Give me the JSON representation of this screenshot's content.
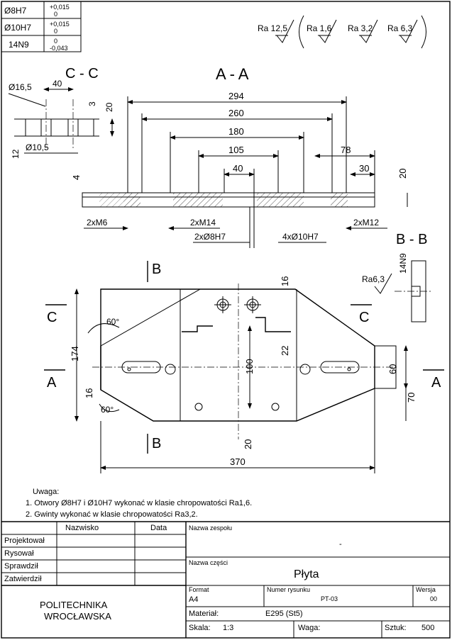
{
  "tolerances": [
    {
      "fit": "Ø8H7",
      "upper": "+0,015",
      "lower": "0"
    },
    {
      "fit": "Ø10H7",
      "upper": "+0,015",
      "lower": "0"
    },
    {
      "fit": "14N9",
      "upper": "0",
      "lower": "-0,043"
    }
  ],
  "roughness": [
    "Ra 12,5",
    "Ra 1,6",
    "Ra 3,2",
    "Ra 6,3"
  ],
  "sections": {
    "cc": "C - C",
    "aa": "A - A",
    "bb": "B - B",
    "a": "A",
    "b": "B",
    "c": "C"
  },
  "dims_cc": {
    "d1": "Ø16,5",
    "d2": "40",
    "d3": "3",
    "d4": "20",
    "d5": "12",
    "d6": "Ø10,5"
  },
  "dims_aa": {
    "d294": "294",
    "d260": "260",
    "d180": "180",
    "d105": "105",
    "d78": "78",
    "d40": "40",
    "d30": "30",
    "d20": "20",
    "d4": "4",
    "m6": "2xM6",
    "m14": "2xM14",
    "m12": "2xM12",
    "h8": "2xØ8H7",
    "h10": "4xØ10H7"
  },
  "dims_bb": {
    "n9": "14N9",
    "ra": "Ra6,3"
  },
  "dims_plan": {
    "d16a": "16",
    "d174": "174",
    "d16b": "16",
    "d100": "100",
    "d22": "22",
    "d60": "60",
    "d70": "70",
    "d20": "20",
    "d370": "370",
    "ang1": "60°",
    "ang2": "60°"
  },
  "notes": {
    "title": "Uwaga:",
    "n1": "1. Otwory Ø8H7 i Ø10H7 wykonać w klasie chropowatości Ra1,6.",
    "n2": "2. Gwinty wykonać w klasie chropowatości Ra3,2."
  },
  "title_block": {
    "col_name": "Nazwisko",
    "col_date": "Data",
    "rows": [
      "Projektował",
      "Rysował",
      "Sprawdził",
      "Zatwierdził"
    ],
    "team_label": "Nazwa zespołu",
    "team_value": "-",
    "part_label": "Nazwa części",
    "part_value": "Płyta",
    "institution_1": "POLITECHNIKA",
    "institution_2": "WROCŁAWSKA",
    "format_label": "Format",
    "format_value": "A4",
    "drawing_no_label": "Numer rysunku",
    "drawing_no_value": "PT-03",
    "version_label": "Wersja",
    "version_value": "00",
    "material_label": "Materiał:",
    "material_value": "E295 (St5)",
    "scale_label": "Skala:",
    "scale_value": "1:3",
    "weight_label": "Waga:",
    "qty_label": "Sztuk:",
    "qty_value": "500"
  }
}
